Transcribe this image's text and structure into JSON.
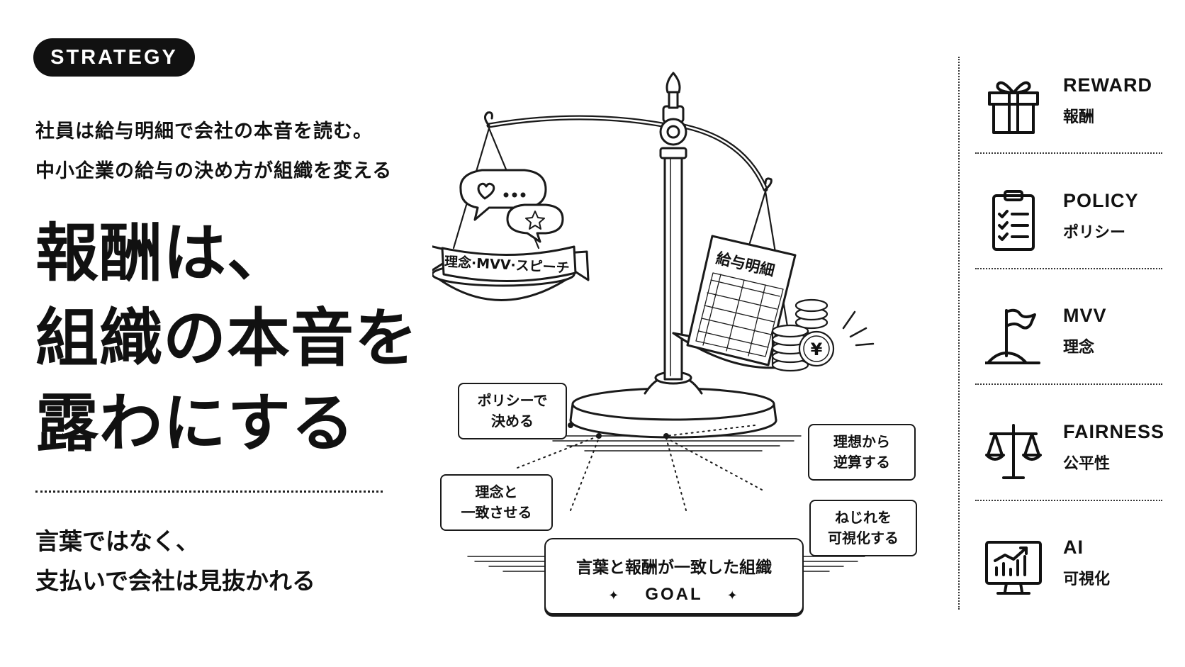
{
  "badge": "STRATEGY",
  "subhead": [
    "社員は給与明細で会社の本音を読む。",
    "中小企業の給与の決め方が組織を変える"
  ],
  "hero": [
    "報酬は、",
    "組織の本音を",
    "露わにする"
  ],
  "closing": [
    "言葉ではなく、",
    "支払いで会社は見抜かれる"
  ],
  "illustration": {
    "left_pan_banner": "理念·MVV·スピーチ",
    "payslip_title": "給与明細",
    "coin_symbol": "¥",
    "callouts": {
      "policy": [
        "ポリシーで",
        "決める"
      ],
      "align": [
        "理念と",
        "一致させる"
      ],
      "backcast": [
        "理想から",
        "逆算する"
      ],
      "twist": [
        "ねじれを",
        "可視化する"
      ]
    },
    "goal": {
      "line1": "言葉と報酬が一致した組織",
      "line2": "GOAL",
      "spark": "✦"
    }
  },
  "sidebar": {
    "items": [
      {
        "en": "REWARD",
        "jp": "報酬",
        "icon": "gift-icon"
      },
      {
        "en": "POLICY",
        "jp": "ポリシー",
        "icon": "clipboard-checklist-icon"
      },
      {
        "en": "MVV",
        "jp": "理念",
        "icon": "flag-icon"
      },
      {
        "en": "FAIRNESS",
        "jp": "公平性",
        "icon": "balance-scale-icon"
      },
      {
        "en": "AI",
        "jp": "可視化",
        "icon": "monitor-chart-icon"
      }
    ]
  },
  "colors": {
    "ink": "#111111",
    "background": "#ffffff"
  }
}
